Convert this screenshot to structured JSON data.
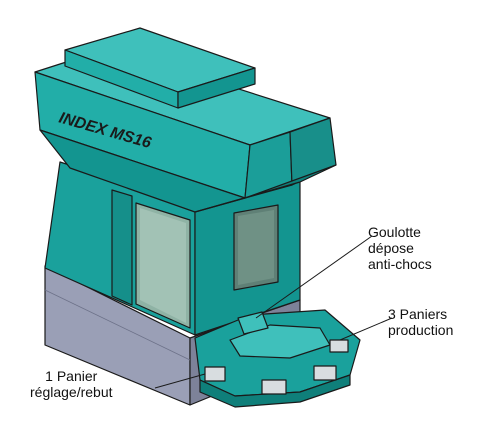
{
  "machine": {
    "label": "INDEX  MS16"
  },
  "callouts": {
    "goulotte": [
      "Goulotte",
      "dépose",
      "anti-chocs"
    ],
    "paniers_production": [
      "3 Paniers",
      "production"
    ],
    "panier_reglage": [
      "1 Panier",
      "réglage/rebut"
    ]
  },
  "colors": {
    "teal": "#1aa19c",
    "teal_dark": "#118580",
    "teal_light": "#3fc0bb",
    "base": "#9a9fb6",
    "base_dark": "#7d8299",
    "glass": "#8fb3a5",
    "outline": "#1a1a1a"
  }
}
